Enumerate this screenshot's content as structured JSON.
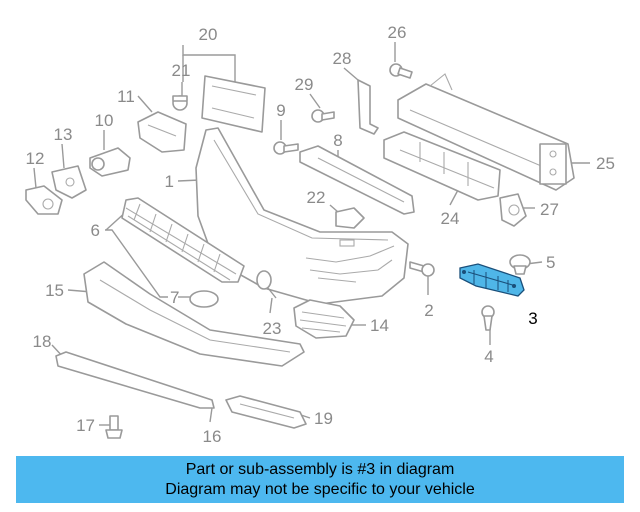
{
  "callouts": [
    {
      "n": "1"
    },
    {
      "n": "2"
    },
    {
      "n": "3"
    },
    {
      "n": "4"
    },
    {
      "n": "5"
    },
    {
      "n": "6"
    },
    {
      "n": "7"
    },
    {
      "n": "8"
    },
    {
      "n": "9"
    },
    {
      "n": "10"
    },
    {
      "n": "11"
    },
    {
      "n": "12"
    },
    {
      "n": "13"
    },
    {
      "n": "14"
    },
    {
      "n": "15"
    },
    {
      "n": "16"
    },
    {
      "n": "17"
    },
    {
      "n": "18"
    },
    {
      "n": "19"
    },
    {
      "n": "20"
    },
    {
      "n": "21"
    },
    {
      "n": "22"
    },
    {
      "n": "23"
    },
    {
      "n": "24"
    },
    {
      "n": "25"
    },
    {
      "n": "26"
    },
    {
      "n": "27"
    },
    {
      "n": "28"
    },
    {
      "n": "29"
    }
  ],
  "highlight_part": "3",
  "highlight_color": "#4fb6e8",
  "banner": {
    "line1": "Part or sub-assembly is #3 in diagram",
    "line2": "Diagram may not be specific to your vehicle",
    "color": "#4db8ef"
  }
}
